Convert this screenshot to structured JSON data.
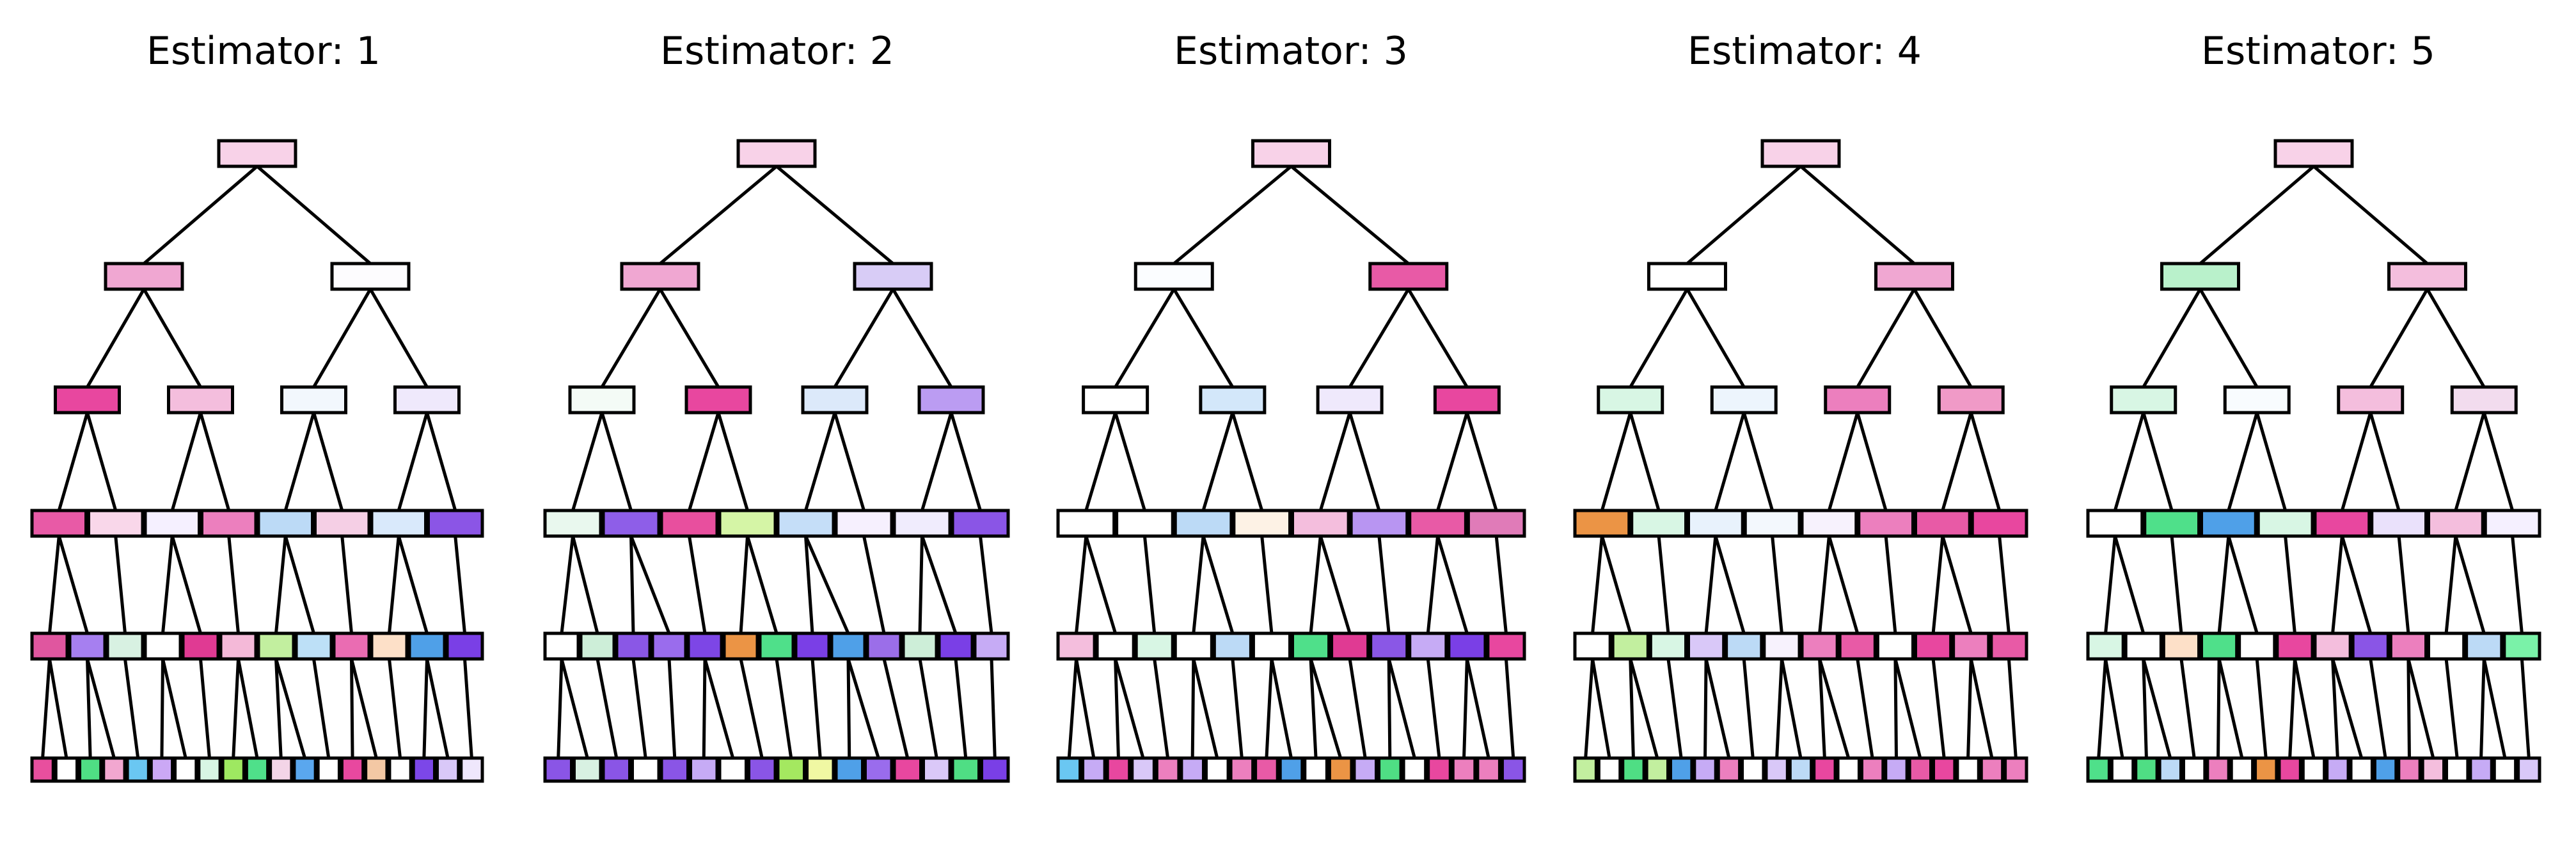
{
  "figure": {
    "panels": [
      {
        "title": "Estimator: 1",
        "depth_colors": [
          [
            "#f8d2e8"
          ],
          [
            "#f0a7d2",
            "#fdfcfe"
          ],
          [
            "#e8479f",
            "#f4bedd",
            "#f2f7fd",
            "#efe9fc"
          ],
          [
            "#e85aa6",
            "#f9d7ea",
            "#f5f0ff",
            "#ec7fbe",
            "#bcdaf6",
            "#f5cfe5",
            "#d9e9fb",
            "#8b55e6"
          ],
          [
            "#e0569f",
            "#a67ff0",
            "#d8f1e2",
            "#ffffff",
            "#e03a93",
            "#f4b9d8",
            "#c2ef9f",
            "#bde0f7",
            "#ea6cb2",
            "#fde0c8",
            "#4fa0e8",
            "#7a3fe6"
          ],
          [
            "#e84f9e",
            "#ffffff",
            "#4fde84",
            "#f2a7d0",
            "#6ac7f2",
            "#cba8f5",
            "#ffffff",
            "#d8f6e4",
            "#9ee861",
            "#4fe08a",
            "#f3d5e7",
            "#5aa7ee",
            "#ffffff",
            "#e8489f",
            "#f3c8a4",
            "#ffffff",
            "#7c47e8",
            "#d9c8f8",
            "#efe7fc"
          ]
        ]
      },
      {
        "title": "Estimator: 2",
        "depth_colors": [
          [
            "#f8d2e8"
          ],
          [
            "#f0a7d2",
            "#d8ccf6"
          ],
          [
            "#f4fbf6",
            "#e8479f",
            "#dce9fa",
            "#bb9cf2"
          ],
          [
            "#e9f8ee",
            "#8e5ee8",
            "#e84f9e",
            "#d5f5a6",
            "#c5def8",
            "#f6f0fe",
            "#f0ecfd",
            "#8a55e6"
          ],
          [
            "#ffffff",
            "#cdeed8",
            "#8a57e6",
            "#9a6ced",
            "#7d46e6",
            "#eb9445",
            "#4fe08a",
            "#7a3fe6",
            "#4fa0e8",
            "#9b6ee9",
            "#cdeed8",
            "#7a3fe6",
            "#c6abf5"
          ],
          [
            "#8a55e6",
            "#d8f1e2",
            "#8a55e6",
            "#ffffff",
            "#8a55e6",
            "#c6abf5",
            "#ffffff",
            "#8a55e6",
            "#a4e860",
            "#f0f8a3",
            "#4fa0e8",
            "#9a6ced",
            "#e8479f",
            "#dac8f8",
            "#4fde84",
            "#7a3fe6"
          ]
        ]
      },
      {
        "title": "Estimator: 3",
        "depth_colors": [
          [
            "#f8d2e8"
          ],
          [
            "#fbfdff",
            "#e85aa6"
          ],
          [
            "#ffffff",
            "#d3e7fa",
            "#efe9fc",
            "#e8479f"
          ],
          [
            "#ffffff",
            "#ffffff",
            "#bcdaf6",
            "#fdf2e5",
            "#f4bedd",
            "#b895f2",
            "#e85aa6",
            "#e07bb8"
          ],
          [
            "#f4bedd",
            "#ffffff",
            "#d8f6e4",
            "#ffffff",
            "#bcdaf6",
            "#ffffff",
            "#4fe08a",
            "#e03a93",
            "#8a57e6",
            "#c6abf5",
            "#7a3fe6",
            "#e8479f"
          ],
          [
            "#6ac7f2",
            "#c6abf5",
            "#e8479f",
            "#d9c8f8",
            "#ec7fbe",
            "#c6abf5",
            "#ffffff",
            "#ec7fbe",
            "#e85aa6",
            "#4fa0e8",
            "#ffffff",
            "#eb9445",
            "#c6abf5",
            "#4fde84",
            "#ffffff",
            "#e8479f",
            "#ec7fbe",
            "#ec7fbe",
            "#8a55e6"
          ]
        ]
      },
      {
        "title": "Estimator: 4",
        "depth_colors": [
          [
            "#f8d2e8"
          ],
          [
            "#ffffff",
            "#f0a7d2"
          ],
          [
            "#d8f6e4",
            "#edf5fd",
            "#ec7fbe",
            "#f09ac7"
          ],
          [
            "#eb9445",
            "#d8f6e4",
            "#e8f2fc",
            "#f3f8fd",
            "#f7f2fd",
            "#ec7fbe",
            "#e85aa6",
            "#e8479f"
          ],
          [
            "#ffffff",
            "#c2ef9f",
            "#d8f6e4",
            "#d9c8f8",
            "#bcdaf6",
            "#f7f2fd",
            "#ec7fbe",
            "#e85aa6",
            "#ffffff",
            "#e8479f",
            "#ec7fbe",
            "#e85aa6"
          ],
          [
            "#c2ef9f",
            "#ffffff",
            "#4fde84",
            "#c2ef9f",
            "#4fa0e8",
            "#c6abf5",
            "#ec7fbe",
            "#ffffff",
            "#d9c8f8",
            "#bcdaf6",
            "#e8479f",
            "#ffffff",
            "#ec7fbe",
            "#c6abf5",
            "#e85aa6",
            "#e8479f",
            "#ffffff",
            "#ec7fbe",
            "#ec7fbe"
          ]
        ]
      },
      {
        "title": "Estimator: 5",
        "depth_colors": [
          [
            "#f8d2e8"
          ],
          [
            "#b9f1cb",
            "#f4bedd"
          ],
          [
            "#d8f6e4",
            "#f8fcfe",
            "#f4bedd",
            "#f2dcee"
          ],
          [
            "#ffffff",
            "#4fe08a",
            "#4fa0e8",
            "#d8f6e4",
            "#e8479f",
            "#eae1fb",
            "#f4bedd",
            "#f5f0ff"
          ],
          [
            "#d8f6e4",
            "#ffffff",
            "#fde0c8",
            "#4fe08a",
            "#ffffff",
            "#e8479f",
            "#f4bedd",
            "#8a55e6",
            "#ec7fbe",
            "#ffffff",
            "#bcdaf6",
            "#7af2a8"
          ],
          [
            "#4fe08a",
            "#ffffff",
            "#4fde84",
            "#bcdaf6",
            "#ffffff",
            "#ec7fbe",
            "#ffffff",
            "#eb9445",
            "#e8479f",
            "#ffffff",
            "#c6abf5",
            "#ffffff",
            "#4fa0e8",
            "#ec7fbe",
            "#f4bedd",
            "#ffffff",
            "#c6abf5",
            "#ffffff",
            "#d9c8f8"
          ]
        ]
      }
    ]
  }
}
